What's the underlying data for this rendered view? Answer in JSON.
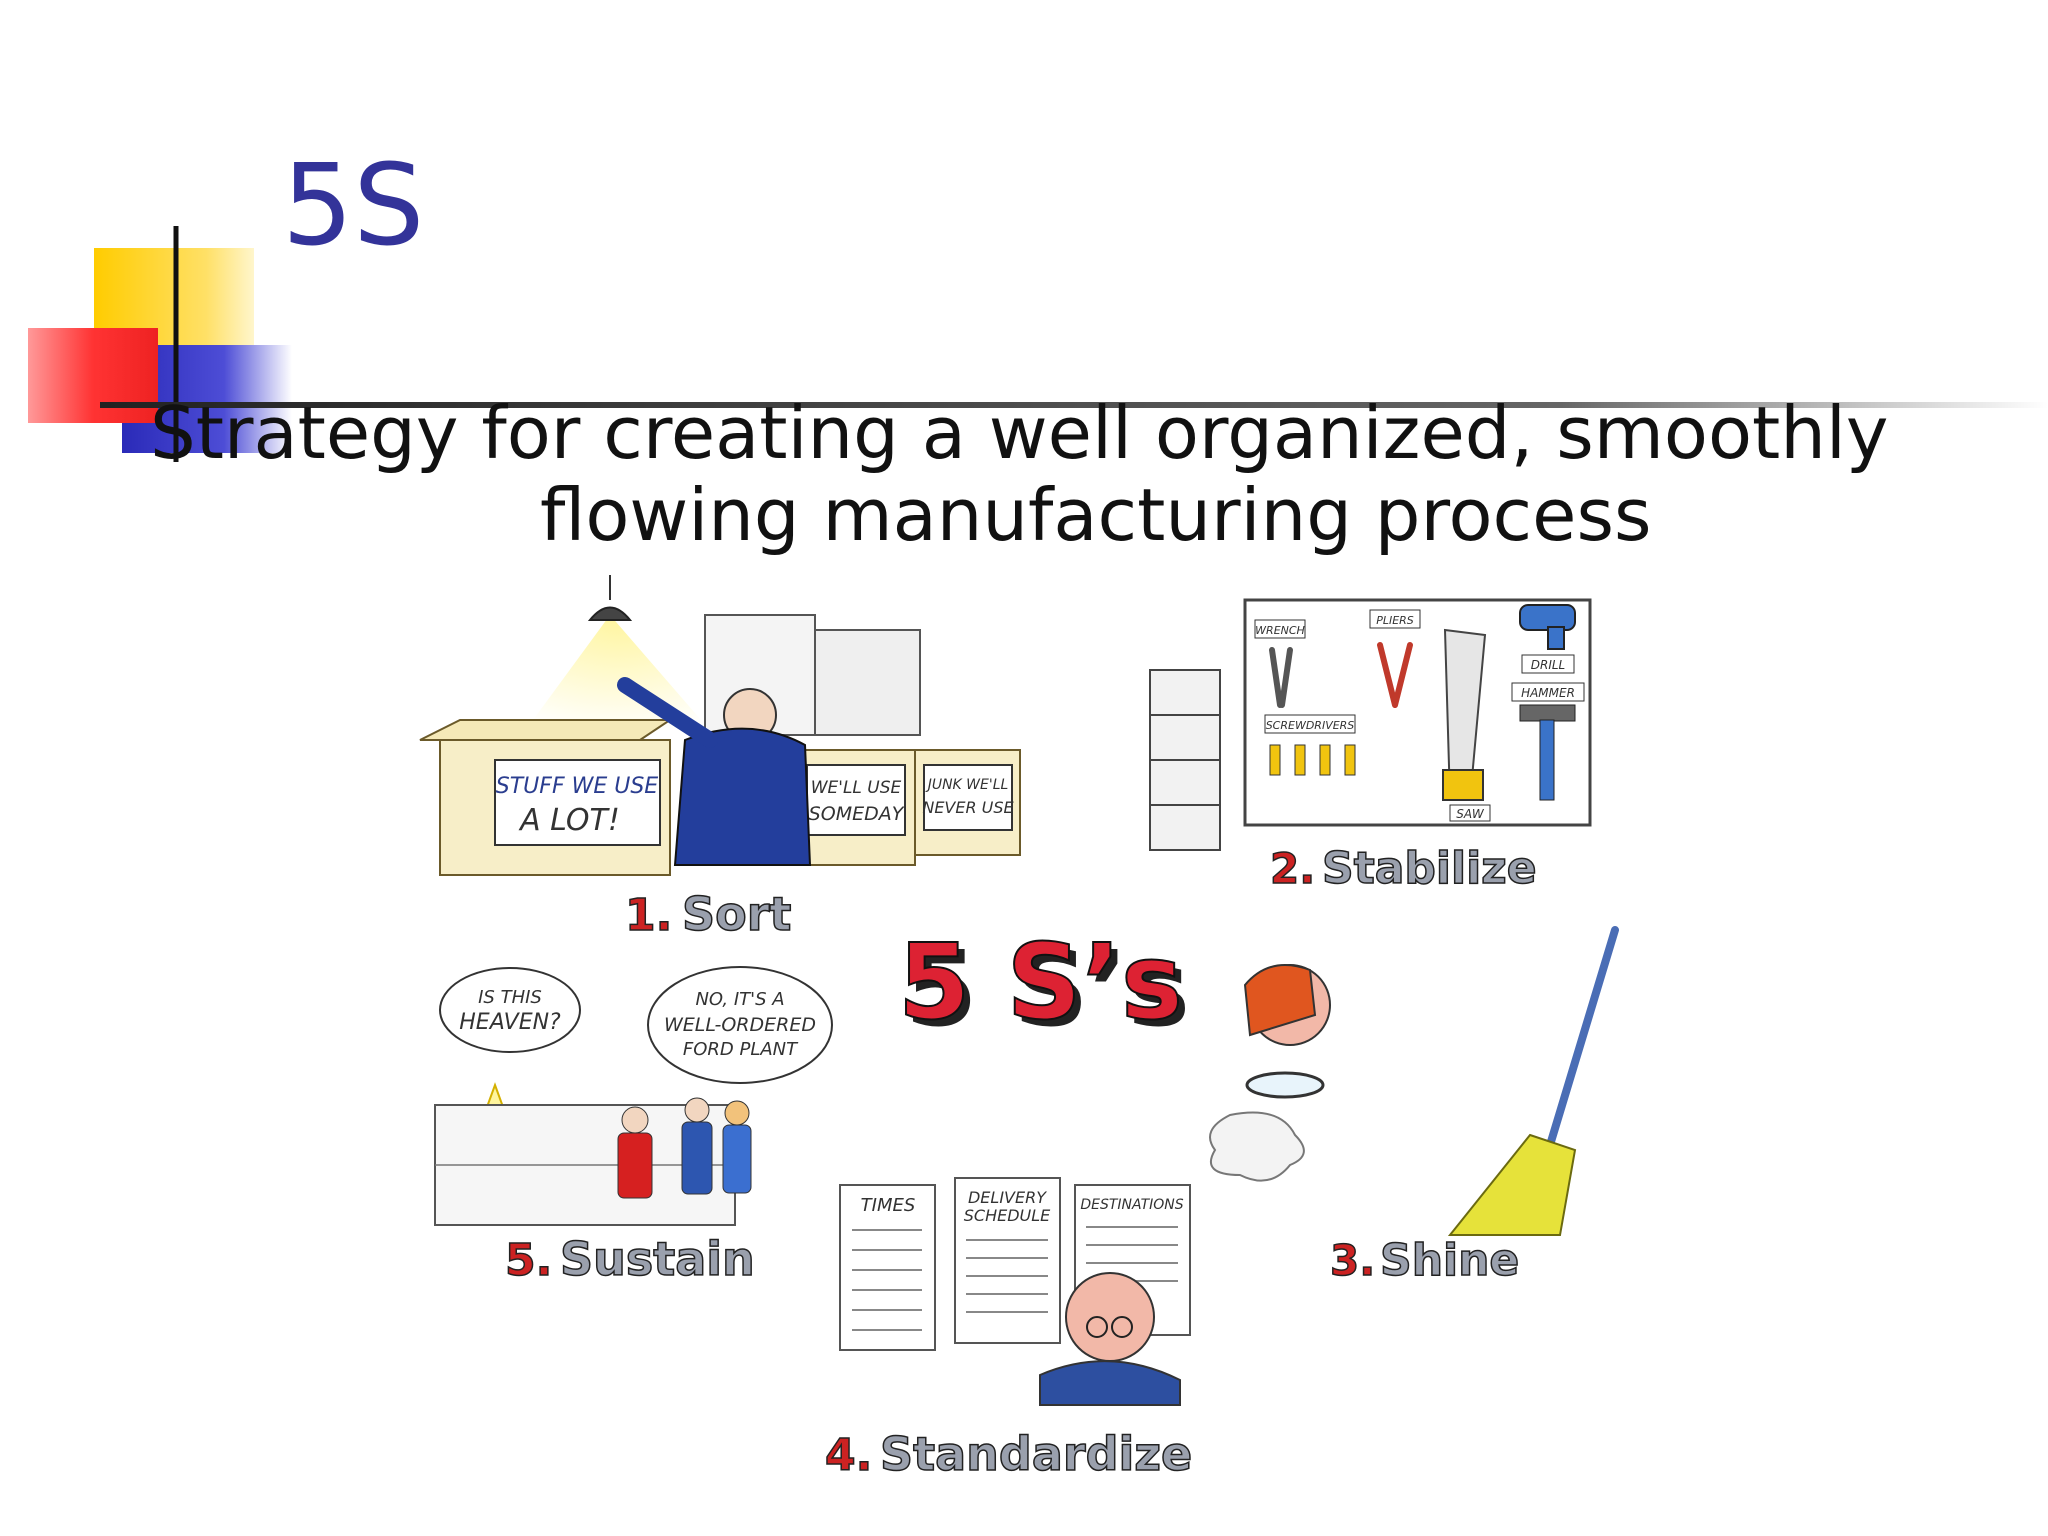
{
  "slide": {
    "title": "5S",
    "subtitle_line1": "Strategy for creating a well organized, smoothly",
    "subtitle_line2": "flowing manufacturing process"
  },
  "illustration": {
    "center_title": "5 S’s",
    "steps": [
      {
        "number": "1.",
        "name": "Sort"
      },
      {
        "number": "2.",
        "name": "Stabilize"
      },
      {
        "number": "3.",
        "name": "Shine"
      },
      {
        "number": "4.",
        "name": "Standardize"
      },
      {
        "number": "5.",
        "name": "Sustain"
      }
    ],
    "box_labels": {
      "box1_line1": "STUFF WE USE",
      "box1_line2": "A LOT!",
      "box2_line1": "WE'LL USE",
      "box2_line2": "SOMEDAY",
      "box3_line1": "JUNK WE'LL",
      "box3_line2": "NEVER USE"
    },
    "pegboard_labels": {
      "wrench": "WRENCH",
      "pliers": "PLIERS",
      "screwdrivers": "SCREWDRIVERS",
      "drill": "DRILL",
      "hammer": "HAMMER",
      "saw": "SAW"
    },
    "speech_bubbles": {
      "left_line1": "IS THIS",
      "left_line2": "HEAVEN?",
      "right_line1": "NO, IT'S A",
      "right_line2": "WELL-ORDERED",
      "right_line3": "FORD PLANT"
    },
    "board_headers": {
      "times": "TIMES",
      "delivery_line1": "DELIVERY",
      "delivery_line2": "SCHEDULE",
      "destinations": "DESTINATIONS"
    }
  },
  "colors": {
    "title": "#333399",
    "step_number": "#cc2222",
    "step_name": "#9aa0ad",
    "center_title": "#dd2233",
    "deco_yellow": "#ffcc00",
    "deco_red": "#ff3333",
    "deco_blue": "#3333cc"
  }
}
